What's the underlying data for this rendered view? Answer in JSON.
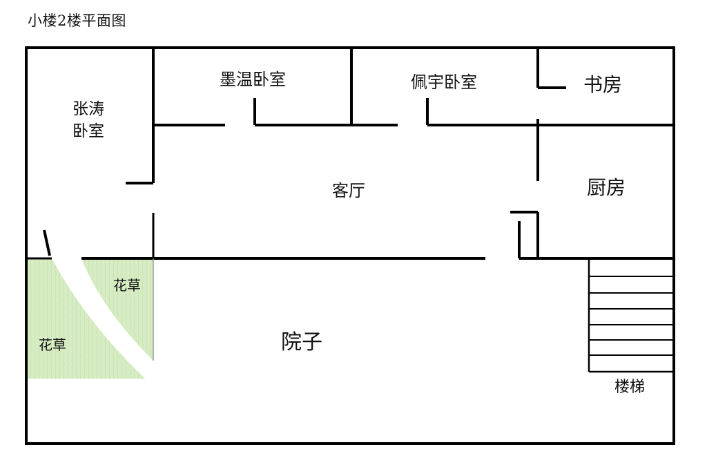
{
  "title": "小楼2楼平面图",
  "colors": {
    "wall": "#000000",
    "garden": "#d7ecc4",
    "garden_grass": "#bfe0a3",
    "background": "#ffffff"
  },
  "rooms": {
    "zhangtao": {
      "line1": "张涛",
      "line2": "卧室"
    },
    "mowen": "墨温卧室",
    "peiyu": "佩宇卧室",
    "study": "书房",
    "living": "客厅",
    "kitchen": "厨房",
    "garden_right": "花草",
    "garden_left": "花草",
    "courtyard": "院子",
    "stairs": "楼梯"
  }
}
